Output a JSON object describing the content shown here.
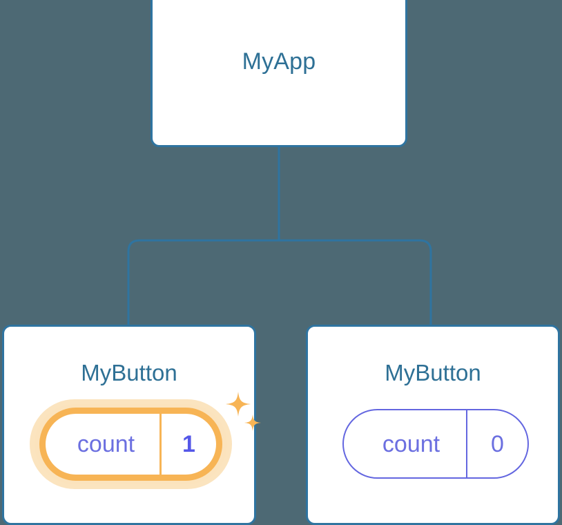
{
  "diagram": {
    "type": "component-tree",
    "background_color": "#4d6974",
    "node_border_color": "#2f74a0",
    "node_title_color": "#2e7095",
    "connector_color": "#2f74a0",
    "highlight_color": "#f7b455",
    "highlight_glow_color": "#fadfb4",
    "state_text_color": "#6b6fe0",
    "state_value_highlight_color": "#5457e8",
    "root": {
      "title": "MyApp"
    },
    "children": [
      {
        "title": "MyButton",
        "state": {
          "key": "count",
          "value": "1"
        },
        "highlighted": true,
        "sparkle_icon": "sparkles-icon"
      },
      {
        "title": "MyButton",
        "state": {
          "key": "count",
          "value": "0"
        },
        "highlighted": false
      }
    ]
  }
}
